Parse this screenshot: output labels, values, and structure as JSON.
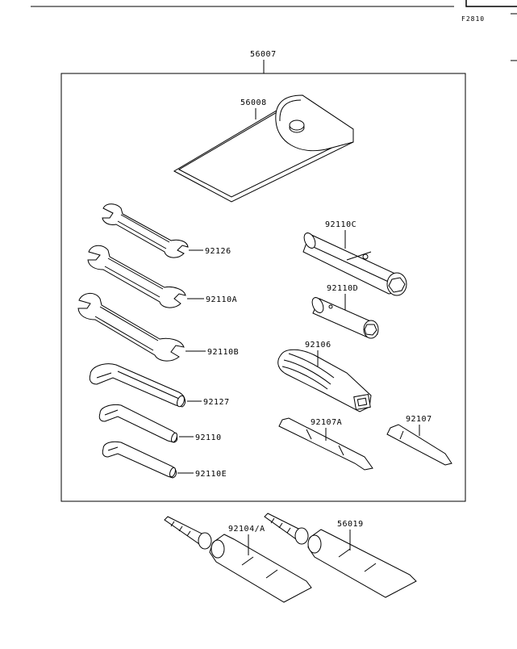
{
  "figure": {
    "code": "F2810",
    "parts": [
      {
        "id": "p56007",
        "number": "56007"
      },
      {
        "id": "p56008",
        "number": "56008"
      },
      {
        "id": "p92126",
        "number": "92126"
      },
      {
        "id": "p92110A",
        "number": "92110A"
      },
      {
        "id": "p92110B",
        "number": "92110B"
      },
      {
        "id": "p92127",
        "number": "92127"
      },
      {
        "id": "p92110",
        "number": "92110"
      },
      {
        "id": "p92110E",
        "number": "92110E"
      },
      {
        "id": "p92110C",
        "number": "92110C"
      },
      {
        "id": "p92110D",
        "number": "92110D"
      },
      {
        "id": "p92106",
        "number": "92106"
      },
      {
        "id": "p92107A",
        "number": "92107A"
      },
      {
        "id": "p92107",
        "number": "92107"
      },
      {
        "id": "p92104A",
        "number": "92104/A"
      },
      {
        "id": "p56019",
        "number": "56019"
      }
    ]
  },
  "colors": {
    "line": "#000000",
    "background": "#ffffff"
  }
}
